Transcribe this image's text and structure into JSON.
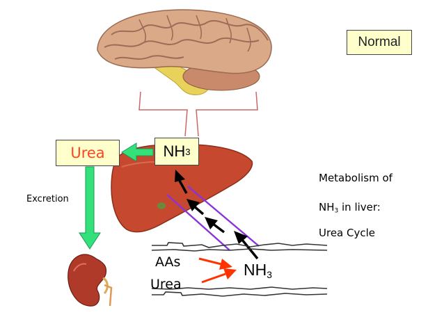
{
  "status_label": "Normal",
  "urea_box_label": "Urea",
  "nh3_box": {
    "main": "NH",
    "sub": "3"
  },
  "excretion_label": "Excretion",
  "intestine": {
    "aas_label": "AAs",
    "urea_label": "Urea",
    "nh3": {
      "main": "NH",
      "sub": "3"
    }
  },
  "caption": {
    "line1": "Metabolism of",
    "line2_main": "NH",
    "line2_sub": "3",
    "line2_rest": " in liver:",
    "line3": "Urea Cycle"
  },
  "colors": {
    "box_fill": "#ffffcc",
    "urea_text": "#ff4422",
    "green_arrow": "#33e07a",
    "red_arrow": "#ff3300",
    "portal_vessel": "#8833dd",
    "liver": "#c5482f",
    "brain": "#d4a47c"
  },
  "icons": [
    "brain-icon",
    "liver-icon",
    "kidney-icon",
    "intestine-icon"
  ]
}
